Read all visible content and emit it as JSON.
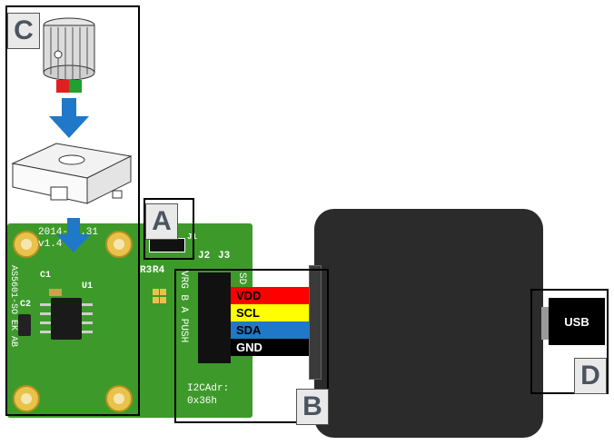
{
  "labels": {
    "a": "A",
    "b": "B",
    "c": "C",
    "d": "D"
  },
  "board": {
    "date": "2014-07.31",
    "version": "v1.4",
    "name": "AS5601-SO EK AB",
    "c1": "C1",
    "c2": "C2",
    "u1": "U1",
    "r3": "R3",
    "r4": "R4",
    "j1": "J1",
    "j2": "J2",
    "j3": "J3",
    "pins": "VRG B A PUSH",
    "sd": "SD",
    "i2c_label": "I2CAdr:",
    "i2c_value": "0x36h"
  },
  "wires": [
    {
      "label": "VDD",
      "color": "#ff0000"
    },
    {
      "label": "SCL",
      "color": "#ffff00"
    },
    {
      "label": "SDA",
      "color": "#1f78c8"
    },
    {
      "label": "GND",
      "color": "#000000"
    }
  ],
  "usb": {
    "label": "USB"
  },
  "colors": {
    "pcb": "#3d9a2a",
    "arrow": "#1f78c8",
    "adapter": "#2b2b2b"
  }
}
